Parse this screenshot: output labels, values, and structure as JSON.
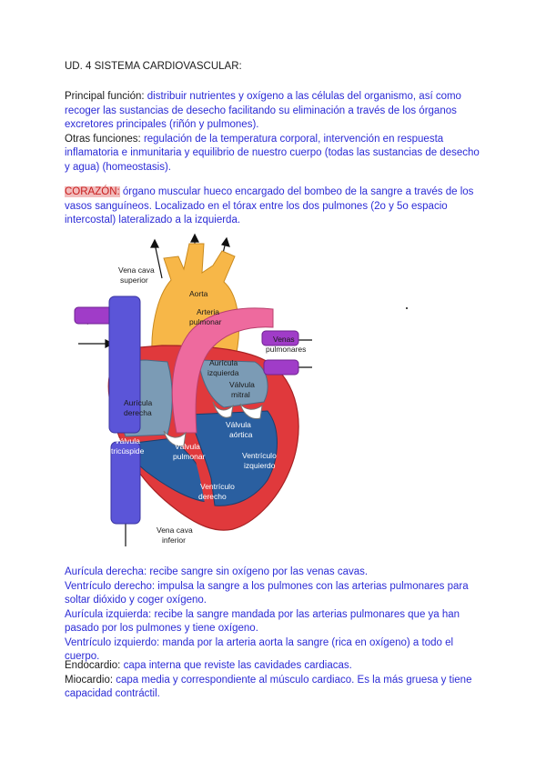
{
  "title": "UD. 4 SISTEMA CARDIOVASCULAR:",
  "intro": {
    "main_label": "Principal función:",
    "main_text": "distribuir nutrientes y oxígeno a las células del organismo, así como recoger las sustancias de desecho facilitando su eliminación a través de los órganos excretores principales (riñón y pulmones).",
    "other_label": "Otras funciones:",
    "other_text": "regulación de la temperatura corporal, intervención en respuesta inflamatoria e inmunitaria y equilibrio de nuestro cuerpo (todas las sustancias de desecho y agua) (homeostasis)."
  },
  "heart": {
    "label": "CORAZÓN:",
    "text": "órgano muscular hueco encargado del bombeo de la sangre a través de los vasos sanguíneos. Localizado en el tórax entre los dos pulmones (2o y 5o espacio intercostal) lateralizado a la izquierda."
  },
  "diagram_labels": {
    "vena_cava_sup_1": "Vena cava",
    "vena_cava_sup_2": "superior",
    "aorta": "Aorta",
    "arteria_1": "Arteria",
    "arteria_2": "pulmonar",
    "venas_1": "Venas",
    "venas_2": "pulmonares",
    "auricula_izq_1": "Aurícula",
    "auricula_izq_2": "izquierda",
    "valvula_mitral_1": "Válvula",
    "valvula_mitral_2": "mitral",
    "auricula_der_1": "Aurícula",
    "auricula_der_2": "derecha",
    "valvula_aortica_1": "Válvula",
    "valvula_aortica_2": "aórtica",
    "valvula_tric_1": "Válvula",
    "valvula_tric_2": "tricúspide",
    "valvula_pulm_1": "Válvula",
    "valvula_pulm_2": "pulmonar",
    "ventriculo_izq_1": "Ventrículo",
    "ventriculo_izq_2": "izquierdo",
    "ventriculo_der_1": "Ventrículo",
    "ventriculo_der_2": "derecho",
    "vena_cava_inf_1": "Vena cava",
    "vena_cava_inf_2": "inferior"
  },
  "chambers": [
    {
      "name": "Aurícula derecha:",
      "text": "recibe sangre sin oxígeno por las venas cavas."
    },
    {
      "name": "Ventrículo derecho:",
      "text": "impulsa la sangre a los pulmones con las arterias pulmonares para soltar dióxido y coger oxígeno."
    },
    {
      "name": "Aurícula izquierda:",
      "text": "recibe la sangre mandada por las arterias pulmonares que ya han pasado por los pulmones y tiene oxígeno."
    },
    {
      "name": "Ventrículo izquierdo:",
      "text": "manda por la arteria aorta la sangre (rica en oxígeno) a todo el cuerpo."
    }
  ],
  "layers": [
    {
      "name": "Endocardio:",
      "text": "capa interna que reviste las cavidades cardiacas."
    },
    {
      "name": "Miocardio:",
      "text": "capa media y correspondiente al músculo cardiaco. Es la más gruesa y tiene capacidad contráctil."
    }
  ],
  "colors": {
    "text_blue": "#2b2bd6",
    "highlight_bg": "#f2bcbc",
    "highlight_text": "#c81e1e",
    "aorta": "#f7b748",
    "pulmonary_artery": "#ee6a9e",
    "vena_cava": "#5b55d8",
    "pulmonary_veins": "#a03cc8",
    "myocardium": "#e0393c",
    "chambers": "#7b9bb5",
    "ventricle_blue": "#2a5fa0"
  }
}
